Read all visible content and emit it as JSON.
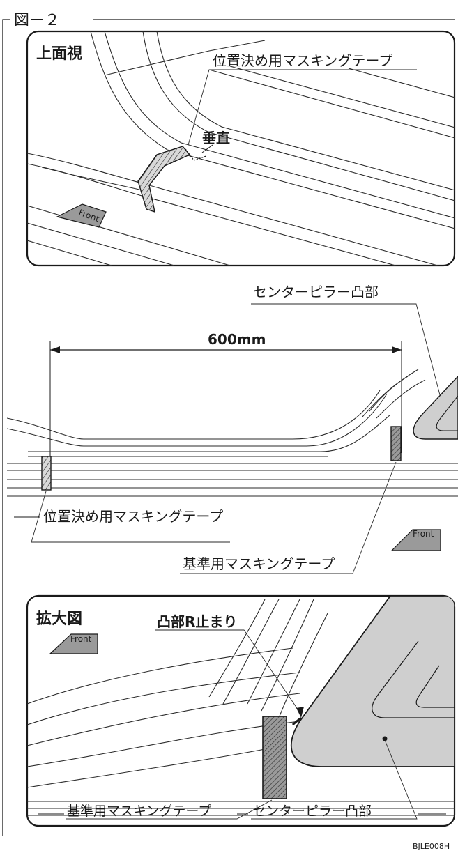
{
  "figure": {
    "title": "図－２",
    "code": "BJLE008H"
  },
  "top_view": {
    "title": "上面視",
    "tape_label": "位置決め用マスキングテープ",
    "vertical_label": "垂直",
    "front_label": "Front"
  },
  "middle_view": {
    "pillar_label": "センターピラー凸部",
    "dimension_label": "600mm",
    "positioning_tape_label": "位置決め用マスキングテープ",
    "reference_tape_label": "基準用マスキングテープ",
    "front_label": "Front"
  },
  "enlarged_view": {
    "title": "拡大図",
    "corner_label": "凸部R止まり",
    "front_label": "Front",
    "reference_tape_label": "基準用マスキングテープ",
    "pillar_label": "センターピラー凸部"
  },
  "colors": {
    "ink": "#1a1a1a",
    "fill_gray": "#cfcfcf",
    "tape_fill": "#d6d6d6"
  }
}
